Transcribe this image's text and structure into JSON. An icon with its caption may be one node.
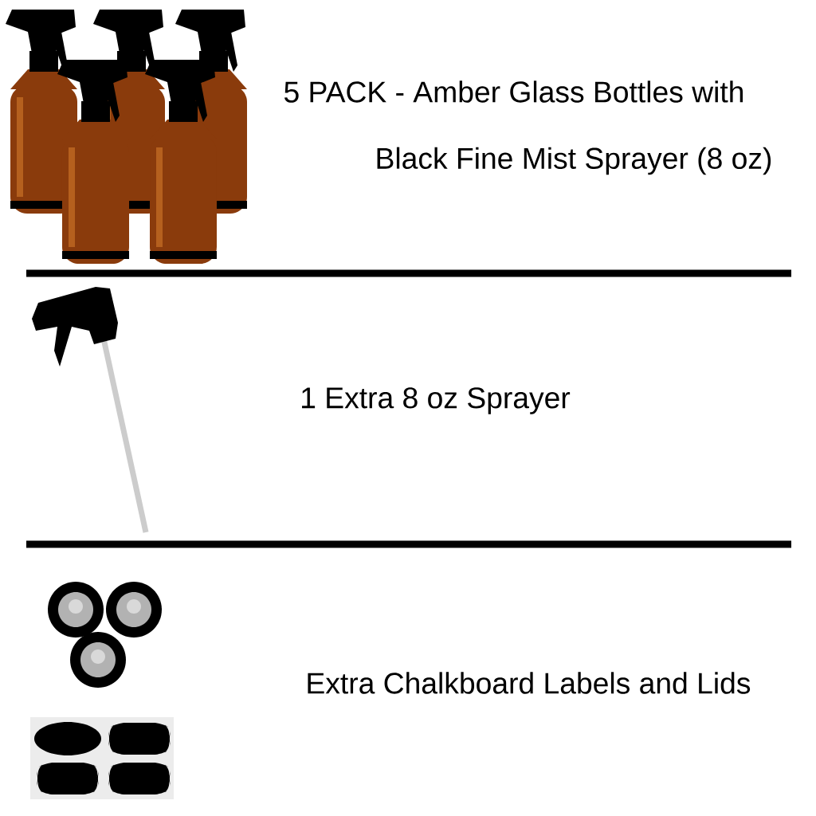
{
  "diagram": {
    "labels": [
      "5 PACK - Amber Glass Bottles with",
      "Black Fine Mist Sprayer (8 oz)",
      "1 Extra 8 oz Sprayer",
      "Extra Chalkboard Labels and Lids"
    ]
  }
}
